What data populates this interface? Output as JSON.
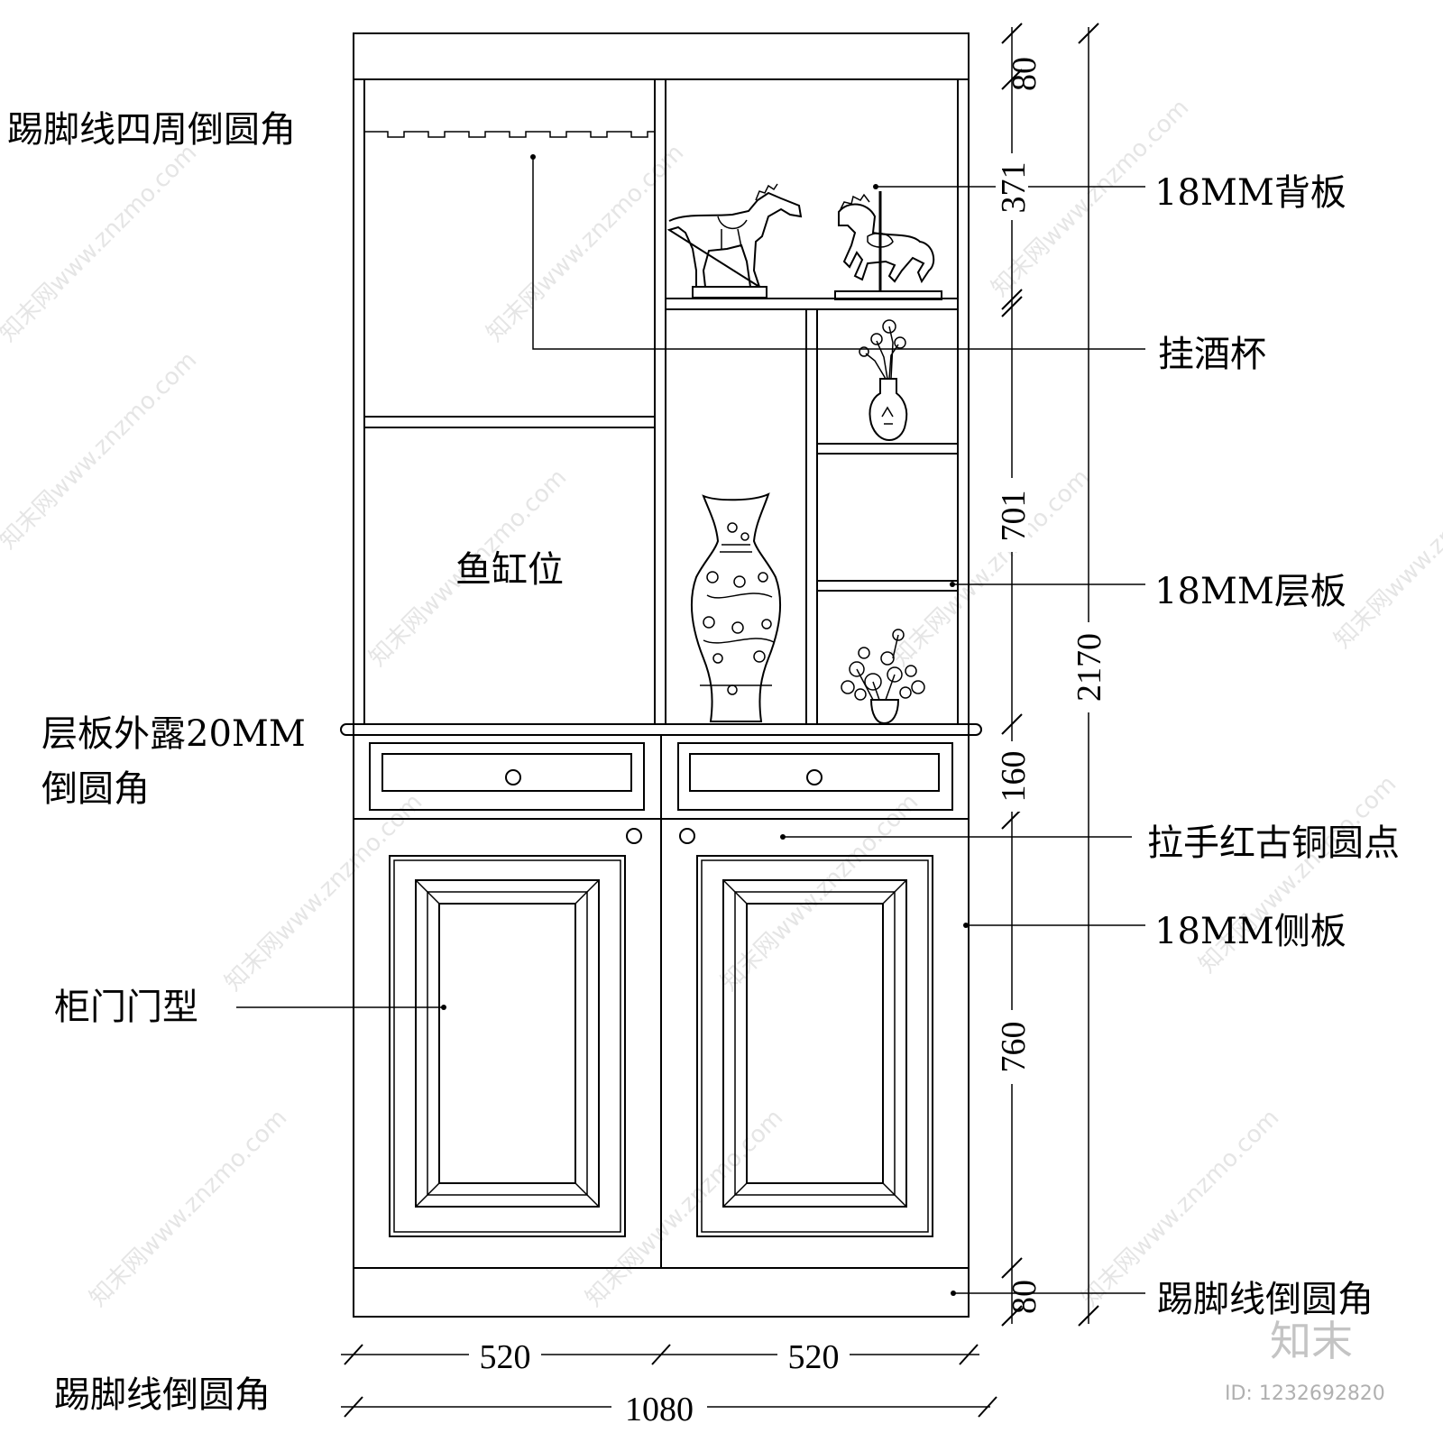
{
  "annotations": {
    "top_left_fillet": "踢脚线四周倒圆角",
    "back_panel": "18MM背板",
    "wine_glass_rack": "挂酒杯",
    "fish_tank": "鱼缸位",
    "shelf_18": "18MM层板",
    "shelf_exposed_line1": "层板外露20MM",
    "shelf_exposed_line2": "倒圆角",
    "handle": "拉手红古铜圆点",
    "side_panel": "18MM侧板",
    "door_style": "柜门门型",
    "skirting_right": "踢脚线倒圆角",
    "skirting_bottom": "踢脚线倒圆角"
  },
  "dimensions": {
    "vertical": [
      "80",
      "371",
      "701",
      "160",
      "760",
      "80"
    ],
    "total_height": "2170",
    "horizontal": [
      "520",
      "520"
    ],
    "total_width": "1080"
  },
  "watermark": {
    "text": "知末网www.znzmo.com",
    "brand": "知末",
    "id": "ID: 1232692820"
  }
}
